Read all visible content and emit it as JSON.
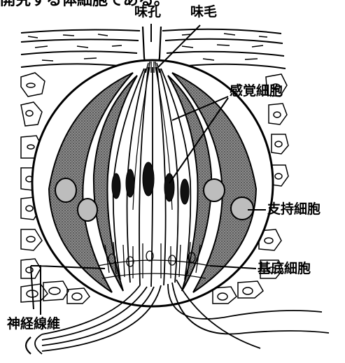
{
  "labels": {
    "top_text": "開究する体細胞である。",
    "taste_pore": "味孔",
    "taste_hair": "味毛",
    "sensory_cell": "感覚細胞",
    "supporting_cell": "支持細胞",
    "basal_cell": "基底細胞",
    "nerve_fiber": "神経線維"
  },
  "colors": {
    "ink": "#000000",
    "shade": "#6a6a6a",
    "background": "#ffffff"
  }
}
